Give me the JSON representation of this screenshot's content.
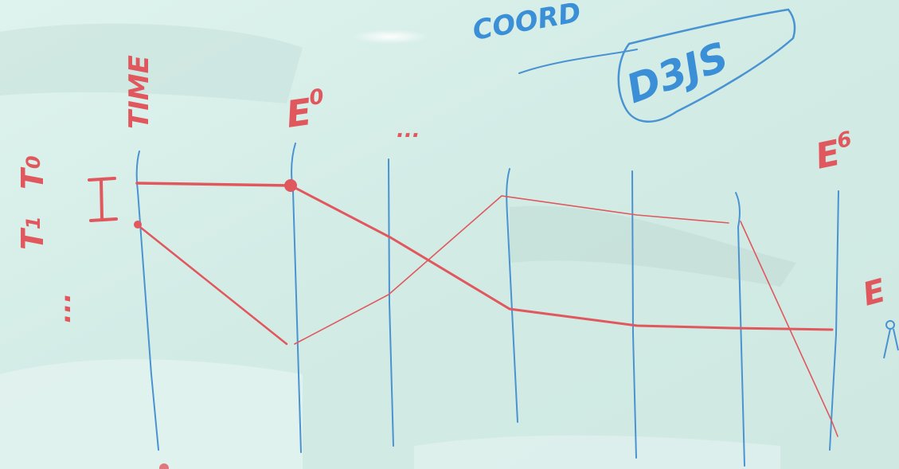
{
  "labels": {
    "time": "TIME",
    "t0": "T",
    "t0_sub": "0",
    "t1": "T",
    "t1_sub": "1",
    "ellipsis_vertical": "...",
    "i_marker": "I",
    "e0": "E",
    "e0_sup": "0",
    "ellipsis_top": "...",
    "e6": "E",
    "e6_sup": "6",
    "e_partial": "E",
    "coord_partial": "COORD",
    "d3js": "D3JS"
  },
  "colors": {
    "board": "#d7ede8",
    "red_marker": "#e0585d",
    "blue_marker": "#3b8fd6",
    "glare": "#f4fbf9"
  }
}
